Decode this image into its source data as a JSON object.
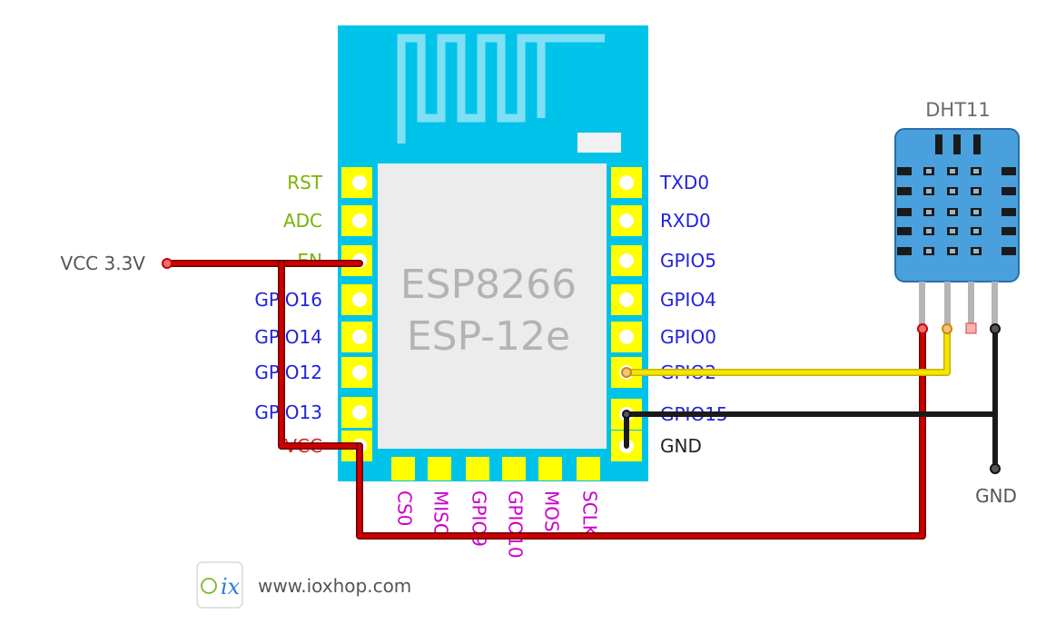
{
  "module": {
    "title_line1": "ESP8266",
    "title_line2": "ESP-12e",
    "colors": {
      "board": "#00c3ea",
      "shield": "#ececec",
      "pad": "#ffff00",
      "antenna": "#7fe0f5"
    },
    "left_pins": [
      {
        "label": "RST",
        "color": "#78b400"
      },
      {
        "label": "ADC",
        "color": "#78b400"
      },
      {
        "label": "EN",
        "color": "#78b400"
      },
      {
        "label": "GPIO16",
        "color": "#2222dd"
      },
      {
        "label": "GPIO14",
        "color": "#2222dd"
      },
      {
        "label": "GPIO12",
        "color": "#2222dd"
      },
      {
        "label": "GPIO13",
        "color": "#2222dd"
      },
      {
        "label": "VCC",
        "color": "#dd2222"
      }
    ],
    "right_pins": [
      {
        "label": "TXD0",
        "color": "#2222dd"
      },
      {
        "label": "RXD0",
        "color": "#2222dd"
      },
      {
        "label": "GPIO5",
        "color": "#2222dd"
      },
      {
        "label": "GPIO4",
        "color": "#2222dd"
      },
      {
        "label": "GPIO0",
        "color": "#2222dd"
      },
      {
        "label": "GPIO2",
        "color": "#2222dd"
      },
      {
        "label": "GPIO15",
        "color": "#2222dd"
      },
      {
        "label": "GND",
        "color": "#222222"
      }
    ],
    "bottom_pins": [
      {
        "label": "CS0",
        "color": "#cc00cc"
      },
      {
        "label": "MISO",
        "color": "#cc00cc"
      },
      {
        "label": "GPIO9",
        "color": "#cc00cc"
      },
      {
        "label": "GPIO10",
        "color": "#cc00cc"
      },
      {
        "label": "MOSI",
        "color": "#cc00cc"
      },
      {
        "label": "SCLK",
        "color": "#cc00cc"
      }
    ]
  },
  "sensor": {
    "name": "DHT11",
    "body_color": "#4aa0dc"
  },
  "labels": {
    "vcc": "VCC 3.3V",
    "gnd": "GND"
  },
  "wires": {
    "power_color": "#cc0000",
    "data_color": "#f5e600",
    "ground_color": "#1a1a1a"
  },
  "footer": {
    "logo_text": "ix",
    "url": "www.ioxhop.com"
  }
}
